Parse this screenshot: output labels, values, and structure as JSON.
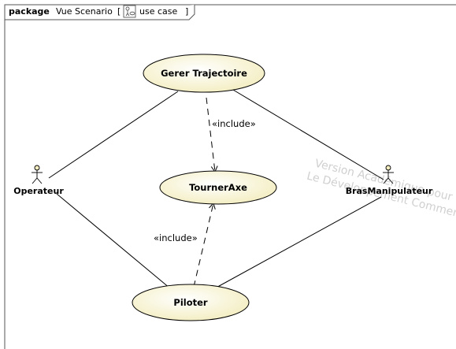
{
  "frame": {
    "keyword": "package",
    "name": "Vue Scenario",
    "open_bracket": "[",
    "kind_label": "use case",
    "close_bracket": "]"
  },
  "use_cases": {
    "gerer": "Gerer Trajectoire",
    "tourner": "TournerAxe",
    "piloter": "Piloter"
  },
  "actors": {
    "operateur": "Operateur",
    "bras": "BrasManipulateur"
  },
  "relations": {
    "include_top": "«include»",
    "include_bottom": "«include»"
  },
  "watermark": {
    "line1": "Version Académique pour",
    "line2": "Le Développement Commercial"
  },
  "colors": {
    "usecase_fill_light": "#ffffff",
    "usecase_fill_dark": "#f3edbf",
    "usecase_stroke": "#000000",
    "actor_head": "#f3edbf",
    "line": "#000000",
    "watermark": "#d0d0d0"
  }
}
